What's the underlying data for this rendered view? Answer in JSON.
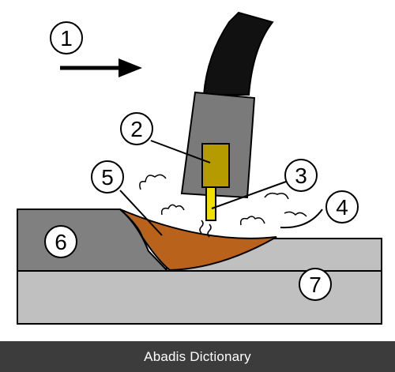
{
  "diagram": {
    "callouts": [
      {
        "id": "1",
        "label": "1"
      },
      {
        "id": "2",
        "label": "2"
      },
      {
        "id": "3",
        "label": "3"
      },
      {
        "id": "4",
        "label": "4"
      },
      {
        "id": "5",
        "label": "5"
      },
      {
        "id": "6",
        "label": "6"
      },
      {
        "id": "7",
        "label": "7"
      }
    ],
    "colors": {
      "base_metal": "#c0c0c0",
      "workpiece_left": "#808080",
      "weld_pool": "#b8621b",
      "nozzle": "#7a7a7a",
      "contact_tip": "#b59a00",
      "electrode": "#f0e000",
      "cable": "#111111"
    }
  },
  "footer": {
    "text": "Abadis Dictionary"
  }
}
